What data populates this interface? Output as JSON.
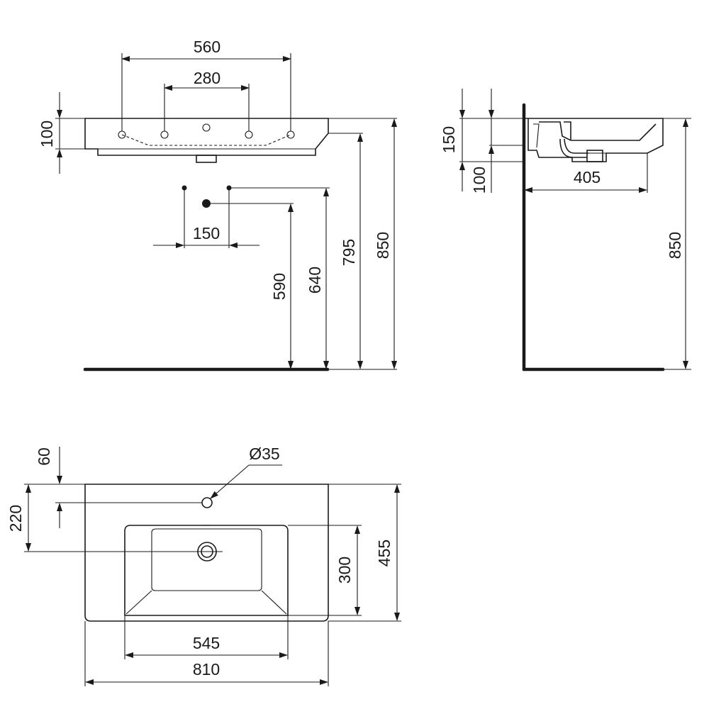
{
  "front_view": {
    "dim_outer_taps": "560",
    "dim_inner_taps": "280",
    "dim_basin_height": "100",
    "dim_supply_spacing": "150",
    "dim_waste_height": "590",
    "dim_supply_height": "640",
    "dim_underside_height": "795",
    "dim_rim_height": "850"
  },
  "side_view": {
    "dim_basin_depth": "150",
    "dim_underside": "100",
    "dim_projection": "405",
    "dim_rim_height": "850"
  },
  "plan_view": {
    "dim_taphole_offset": "60",
    "dim_waste_offset": "220",
    "dim_taphole_diameter": "Ø35",
    "dim_bowl_depth": "300",
    "dim_overall_depth": "455",
    "dim_bowl_width": "545",
    "dim_overall_width": "810"
  }
}
